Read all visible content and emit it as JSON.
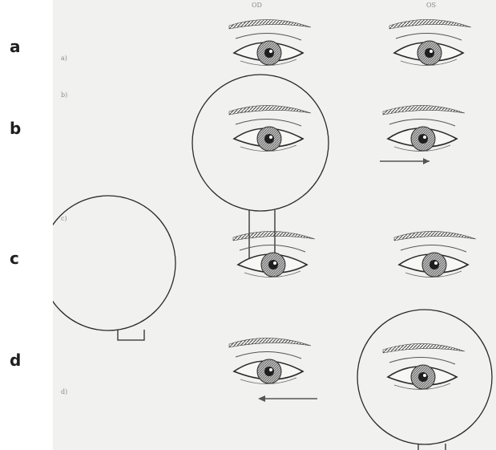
{
  "panel_letters": {
    "a": "a",
    "b": "b",
    "c": "c",
    "d": "d"
  },
  "figure_labels": {
    "left_eye_header": "OD",
    "right_eye_header": "OS",
    "panel_a": "a)",
    "panel_b": "b)",
    "panel_c": "c)",
    "panel_d": "d)"
  },
  "colors": {
    "figure_background": "#f1f1ef",
    "ink": "#2a2a2a",
    "iris": "#8a8a8a",
    "arrow": "#555555"
  },
  "rows": [
    {
      "panel": "a",
      "occluder": "none",
      "arrow": "none"
    },
    {
      "panel": "b",
      "occluder": "left-eye",
      "arrow": "right"
    },
    {
      "panel": "c",
      "occluder": "left-of-left-eye",
      "arrow": "none"
    },
    {
      "panel": "d",
      "occluder": "right-eye",
      "arrow": "left"
    }
  ]
}
